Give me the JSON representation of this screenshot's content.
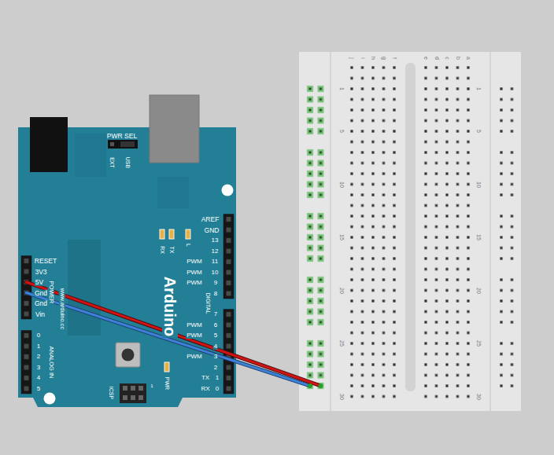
{
  "diagram": {
    "labels": [
      "PWR SEL",
      "EXT",
      "USB",
      "AREF",
      "GND",
      "13",
      "12",
      "11",
      "10",
      "9",
      "8",
      "PWM",
      "PWM",
      "PWM",
      "DIGITAL",
      "7",
      "6",
      "5",
      "4",
      "3",
      "2",
      "TX",
      "1",
      "RX",
      "0",
      "PWM",
      "PWM",
      "PWM",
      "RX",
      "TX",
      "L",
      "Arduino",
      "www.arduino.cc",
      "POWER",
      "RESET",
      "3V3",
      "5V",
      "Gnd",
      "Gnd",
      "Vin",
      "ANALOG IN",
      "0",
      "1",
      "2",
      "3",
      "4",
      "5",
      "PWR",
      "ICSP",
      "1",
      "j",
      "i",
      "h",
      "g",
      "f",
      "e",
      "d",
      "c",
      "b",
      "a",
      "1",
      "5",
      "10",
      "15",
      "20",
      "25",
      "30",
      "1",
      "5",
      "10",
      "15",
      "20",
      "25",
      "30"
    ]
  }
}
